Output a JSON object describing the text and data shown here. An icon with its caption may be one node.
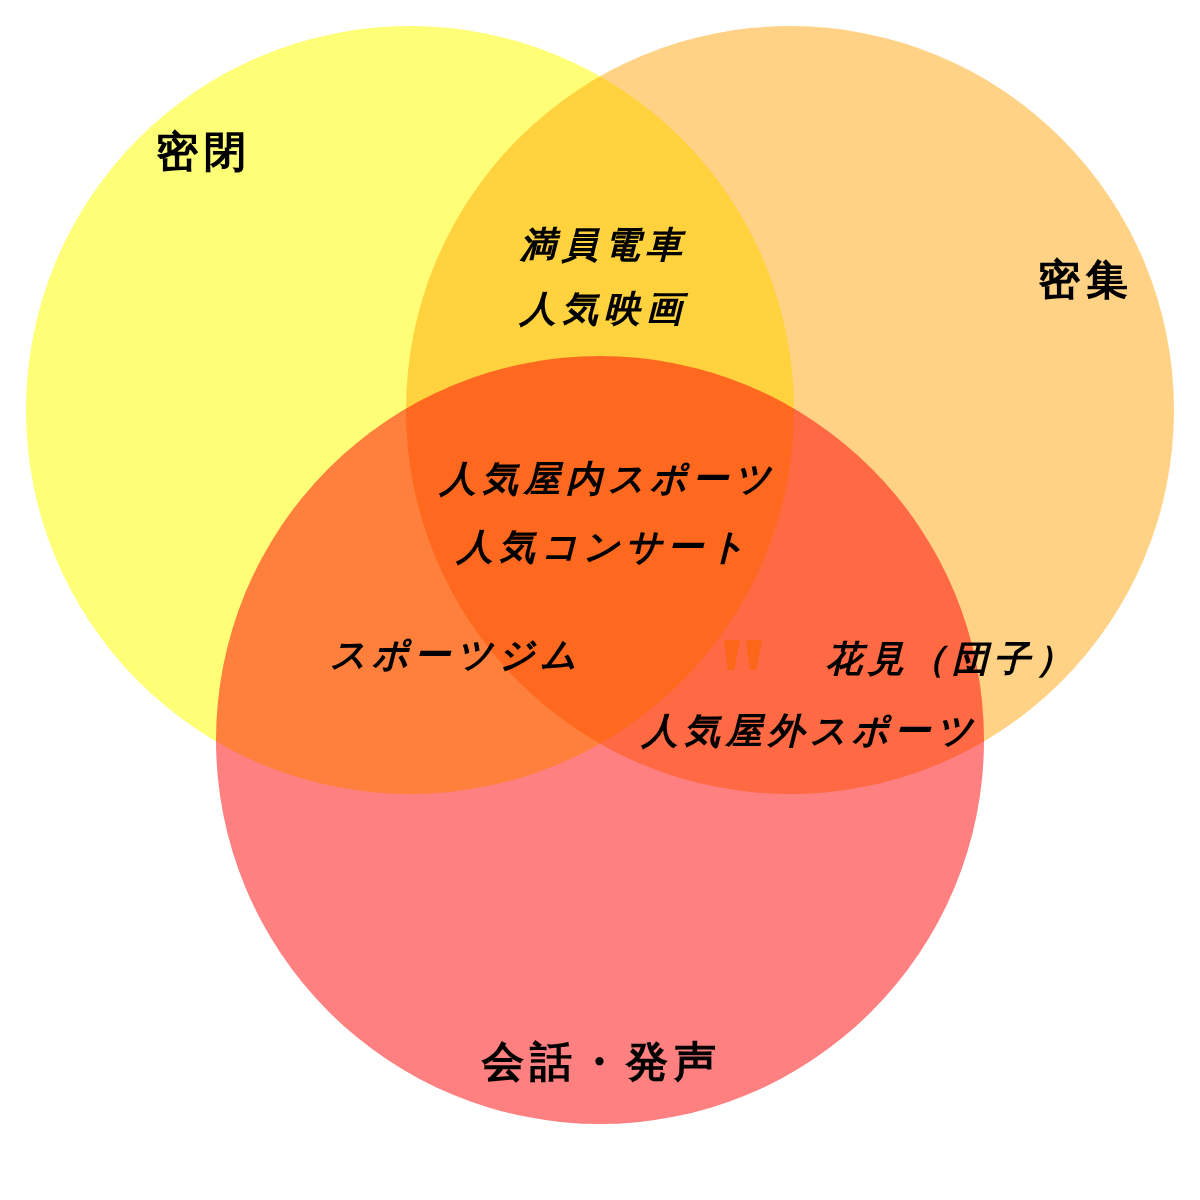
{
  "diagram": {
    "nodes": [
      {
        "text": [
          "密閉"
        ]
      },
      {
        "text": [
          "密集"
        ]
      },
      {
        "text": [
          "会話・発声"
        ]
      }
    ],
    "labels": [
      "満員電車",
      "人気映画",
      "人気屋内スポーツ",
      "人気コンサート",
      "スポーツジム",
      "花見（団子）",
      "人気屋外スポーツ"
    ]
  }
}
